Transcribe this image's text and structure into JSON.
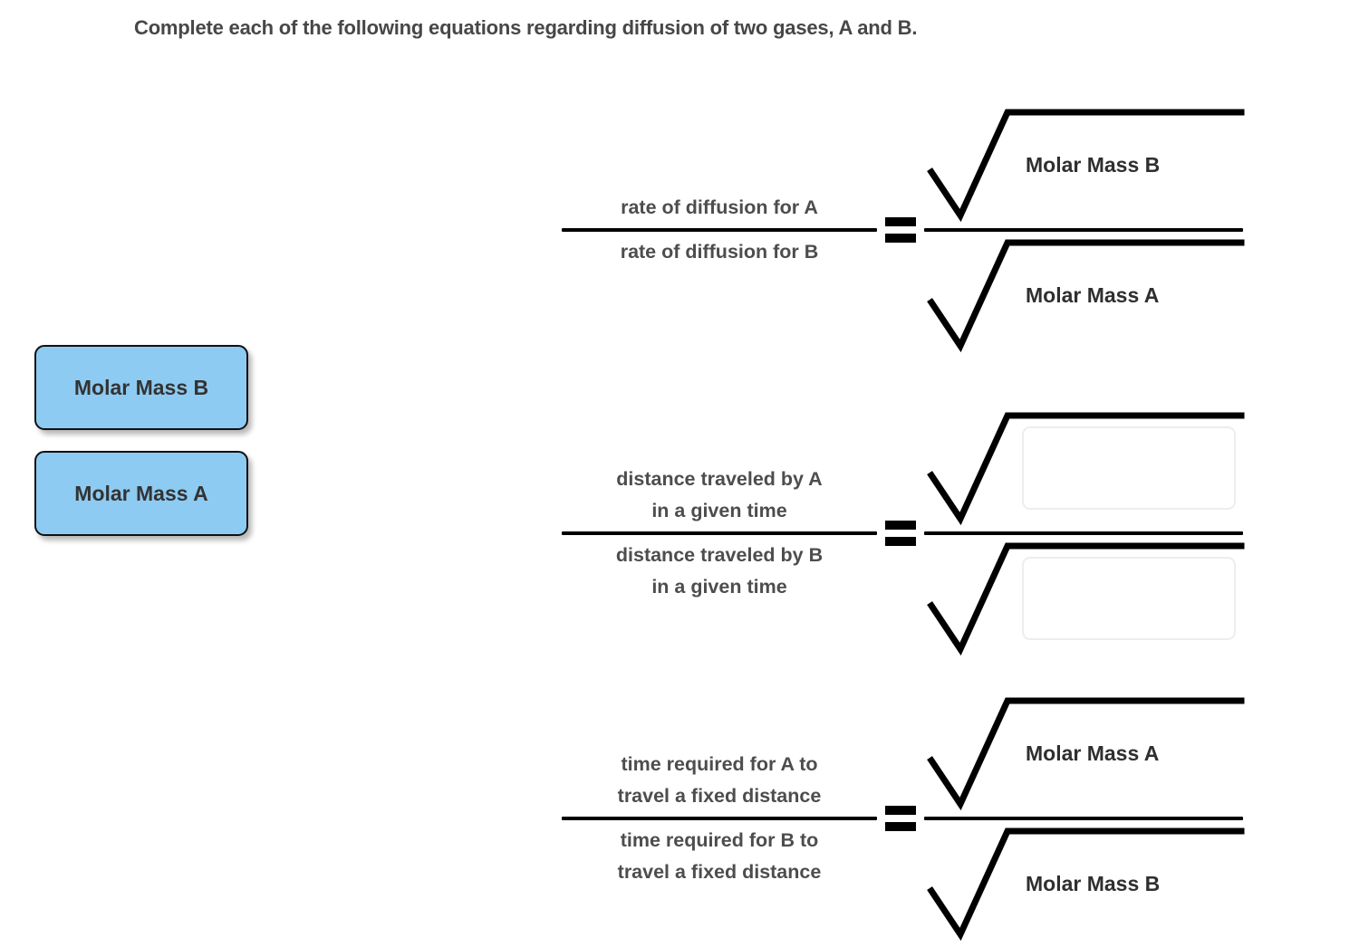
{
  "title": "Complete each of the following equations regarding diffusion of two gases, A and B.",
  "colors": {
    "tile_fill": "#8dcbf2",
    "tile_border": "#111111",
    "text": "#4a4a4a",
    "rule": "#000000",
    "dropzone_border": "#ededed"
  },
  "tray": {
    "tiles": [
      {
        "label": "Molar Mass B"
      },
      {
        "label": "Molar Mass A"
      }
    ]
  },
  "equations": [
    {
      "id": "rate-of-diffusion",
      "lhs_numerator": "rate of diffusion for A",
      "lhs_denominator": "rate of diffusion for B",
      "operator": "=",
      "rhs_numerator_radicand": "Molar Mass B",
      "rhs_denominator_radicand": "Molar Mass A",
      "rhs_numerator_filled": true,
      "rhs_denominator_filled": true
    },
    {
      "id": "distance-traveled",
      "lhs_numerator": "distance traveled by A\nin a given time",
      "lhs_denominator": "distance traveled by B\nin a given time",
      "operator": "=",
      "rhs_numerator_radicand": "",
      "rhs_denominator_radicand": "",
      "rhs_numerator_filled": false,
      "rhs_denominator_filled": false
    },
    {
      "id": "time-required",
      "lhs_numerator": "time required for A to\ntravel a fixed distance",
      "lhs_denominator": "time required for B to\ntravel a fixed distance",
      "operator": "=",
      "rhs_numerator_radicand": "Molar Mass A",
      "rhs_denominator_radicand": "Molar Mass B",
      "rhs_numerator_filled": true,
      "rhs_denominator_filled": true
    }
  ]
}
